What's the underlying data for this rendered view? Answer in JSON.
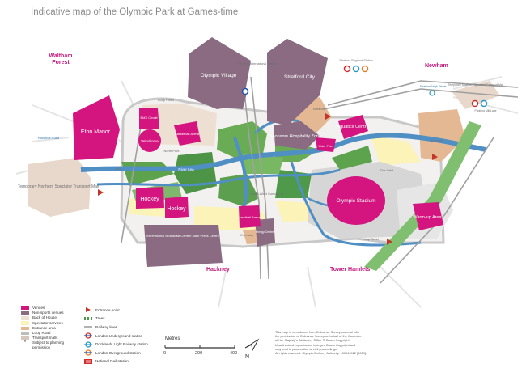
{
  "title": "Indicative map of the Olympic Park at Games-time",
  "colors": {
    "venue": "#d4147f",
    "non_sports": "#8a6b82",
    "back_of_house": "#e9d8c8",
    "spectator": "#fbf3b8",
    "entrance": "#e3b892",
    "loop_road": "#bdbdbd",
    "transport_mall": "#d7c6bc",
    "water": "#4f8fc4",
    "green": "#4f9a4a",
    "rail": "#9e9e9e"
  },
  "regions": {
    "waltham": "Waltham Forest",
    "newham": "Newham",
    "hackney": "Hackney",
    "tower": "Tower Hamlets"
  },
  "venues": {
    "eton": "Eton Manor",
    "bmx": "BMX Circuit",
    "velodrome": "Velodrome",
    "basketball": "Basketball Arena",
    "hockey1": "Hockey",
    "hockey2": "Hockey",
    "handball": "Handball Arena",
    "aquatics": "Aquatics Centre",
    "water_polo": "Water Polo",
    "stadium": "Olympic Stadium",
    "warmup": "Warm-up Area"
  },
  "nonsports": {
    "village": "Olympic Village",
    "stratford_city": "Stratford City",
    "sponsor": "Sponsors Hospitality Zone",
    "ibc": "International Broadcast Centre/ Main Press Centre",
    "energy": "Energy Centre"
  },
  "places": {
    "temp_transport": "Temporary Northern Spectator Transport Mall",
    "eton_way": "Ruckholt Road",
    "stratford_intl": "Stratford International Station",
    "stratford_regional": "Stratford Regional Station",
    "stratford_high": "Stratford High Street",
    "transport_mall_east": "Temporary Southern Spectator Transport Mall",
    "pudding_mill": "Pudding Mill Lane",
    "orbit": "The Orbit",
    "river_lea": "River Lea",
    "north_west": "North-West Concourse",
    "south_loop": "Loop Road",
    "loop_north": "Loop Road",
    "a12": "A12",
    "north_park": "North Park",
    "aq_bridge": "Entrance",
    "east_gate": "Entrance",
    "south_area": "Greenway"
  },
  "legend": {
    "venues": "Venues",
    "non_sports": "Non-sports venues",
    "back_of_house": "Back of House",
    "spectator": "Spectator services",
    "entrance_area": "Entrance area",
    "loop_road": "Loop Road",
    "transport_mall": "Transport malls",
    "subject": "Subject to planning permission",
    "entrance_point": "Entrance point",
    "trees": "Trees",
    "railway": "Railway lines",
    "underground": "London Underground station",
    "dlr": "Docklands Light Railway station",
    "overground": "London Overground station",
    "national_rail": "National Rail station"
  },
  "scale": {
    "title": "Metres",
    "ticks": [
      "0",
      "200",
      "400"
    ],
    "north": "N"
  },
  "copyright": [
    "This map is reproduced from Ordnance Survey material with",
    "the permission of Ordnance Survey on behalf of the Controller",
    "of Her Majesty's Stationery Office © Crown Copyright.",
    "Unauthorised reproduction infringes Crown Copyright and",
    "may lead to prosecution or civil proceedings.",
    "All rights reserved. Olympic Delivery Authority. 100049922 [2009]."
  ]
}
